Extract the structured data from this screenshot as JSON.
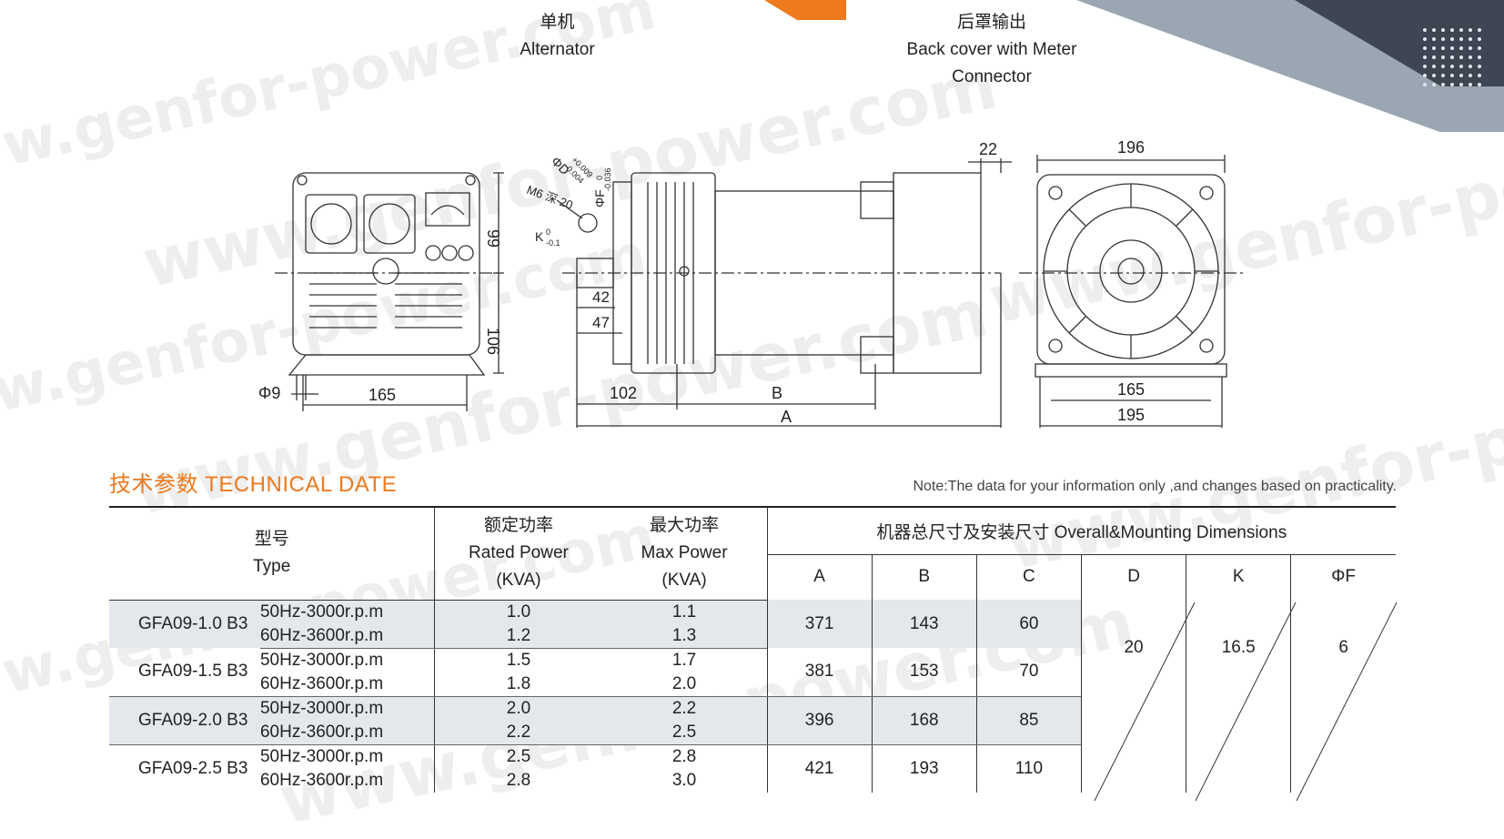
{
  "captions": {
    "alternator_cn": "单机",
    "alternator_en": "Alternator",
    "back_cover_cn": "后罩输出",
    "back_cover_en_1": "Back cover with Meter",
    "back_cover_en_2": "Connector"
  },
  "watermark": "www.genfor-power.com",
  "drawing": {
    "front_view": {
      "dim_height_top": "99",
      "dim_height_bottom": "106",
      "dim_hole": "Φ9",
      "dim_width": "165"
    },
    "side_view": {
      "phi_d": "ΦD",
      "phi_d_tol_upper": "+0.009",
      "phi_d_tol_lower": "-0.004",
      "phi_f": "ΦF",
      "phi_f_tol_upper": "0",
      "phi_f_tol_lower": "-0.036",
      "thread": "M6 深 20",
      "k_label": "K",
      "k_tol_upper": "0",
      "k_tol_lower": "-0.1",
      "dim_42": "42",
      "dim_47": "47",
      "dim_102": "102",
      "dim_b": "B",
      "dim_a": "A",
      "dim_22": "22"
    },
    "rear_view": {
      "dim_196": "196",
      "dim_165": "165",
      "dim_195": "195"
    }
  },
  "section": {
    "title": "技术参数 TECHNICAL DATE",
    "note": "Note:The data for your information only ,and changes based on practicality."
  },
  "table": {
    "headers": {
      "type_cn": "型号",
      "type_en": "Type",
      "rated_cn": "额定功率",
      "rated_en": "Rated Power",
      "rated_unit": "(KVA)",
      "max_cn": "最大功率",
      "max_en": "Max Power",
      "max_unit": "(KVA)",
      "dims": "机器总尺寸及安装尺寸 Overall&Mounting Dimensions",
      "col_a": "A",
      "col_b": "B",
      "col_c": "C",
      "col_d": "D",
      "col_k": "K",
      "col_f": "ΦF"
    },
    "shared": {
      "D": "20",
      "K": "16.5",
      "F": "6"
    },
    "rows": [
      {
        "model": "GFA09-1.0 B3",
        "f50": "50Hz-3000r.p.m",
        "f60": "60Hz-3600r.p.m",
        "rated50": "1.0",
        "rated60": "1.2",
        "max50": "1.1",
        "max60": "1.3",
        "A": "371",
        "B": "143",
        "C": "60"
      },
      {
        "model": "GFA09-1.5 B3",
        "f50": "50Hz-3000r.p.m",
        "f60": "60Hz-3600r.p.m",
        "rated50": "1.5",
        "rated60": "1.8",
        "max50": "1.7",
        "max60": "2.0",
        "A": "381",
        "B": "153",
        "C": "70"
      },
      {
        "model": "GFA09-2.0 B3",
        "f50": "50Hz-3000r.p.m",
        "f60": "60Hz-3600r.p.m",
        "rated50": "2.0",
        "rated60": "2.2",
        "max50": "2.2",
        "max60": "2.5",
        "A": "396",
        "B": "168",
        "C": "85"
      },
      {
        "model": "GFA09-2.5 B3",
        "f50": "50Hz-3000r.p.m",
        "f60": "60Hz-3600r.p.m",
        "rated50": "2.5",
        "rated60": "2.8",
        "max50": "2.8",
        "max60": "3.0",
        "A": "421",
        "B": "193",
        "C": "110"
      }
    ]
  }
}
